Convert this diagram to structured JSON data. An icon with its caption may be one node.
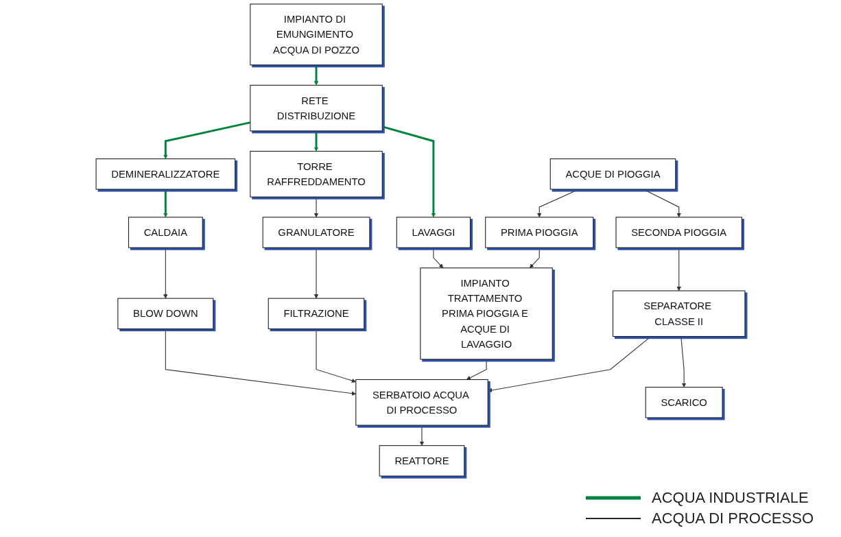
{
  "diagram": {
    "nodes": [
      {
        "text": [
          "IMPIANTO DI EMUNGIMENTO ACQUA DI POZZO"
        ]
      },
      {
        "text": [
          "ACQUE DI PIOGGIA"
        ]
      },
      {
        "text": [
          "DEMINERALIZZATORE"
        ]
      },
      {
        "text": [
          "RETE DISTRIBUZIONE"
        ]
      },
      {
        "text": [
          "PRIMA PIOGGIA"
        ]
      },
      {
        "text": [
          "SECONDA PIOGGIA"
        ]
      },
      {
        "text": [
          "CALDAIA"
        ]
      },
      {
        "text": [
          "TORRE RAFFREDDAMENTO"
        ]
      },
      {
        "text": [
          "LAVAGGI"
        ]
      },
      {
        "text": [
          "SEPARATORE CLASSE II"
        ]
      },
      {
        "text": [
          "BLOW DOWN"
        ]
      },
      {
        "text": [
          "GRANULATORE"
        ]
      },
      {
        "text": [
          "FILTRAZIONE"
        ]
      },
      {
        "text": [
          "IMPIANTO TRATTAMENTO PRIMA PIOGGIA E ACQUE DI LAVAGGIO"
        ]
      },
      {
        "text": [
          "SERBATOIO ACQUA DI PROCESSO"
        ]
      },
      {
        "text": [
          "SCARICO"
        ]
      },
      {
        "text": [
          "REATTORE"
        ]
      }
    ],
    "edges": [
      {
        "from": 0,
        "to": 3,
        "arrow": "to",
        "style": "thick",
        "color": "#00843d"
      },
      {
        "from": 1,
        "to": 4,
        "arrow": "to"
      },
      {
        "from": 1,
        "to": 5,
        "arrow": "to"
      },
      {
        "from": 3,
        "to": 2,
        "arrow": "to",
        "style": "thick",
        "color": "#00843d"
      },
      {
        "from": 3,
        "to": 7,
        "arrow": "to",
        "style": "thick",
        "color": "#00843d"
      },
      {
        "from": 3,
        "to": 8,
        "arrow": "to",
        "style": "thick",
        "color": "#00843d"
      },
      {
        "from": 2,
        "to": 6,
        "arrow": "to",
        "style": "thick",
        "color": "#00843d"
      },
      {
        "from": 6,
        "to": 10,
        "arrow": "to"
      },
      {
        "from": 7,
        "to": 11,
        "arrow": "to"
      },
      {
        "from": 11,
        "to": 12,
        "arrow": "to"
      },
      {
        "from": 5,
        "to": 9,
        "arrow": "to"
      },
      {
        "from": 8,
        "to": 13,
        "arrow": "to"
      },
      {
        "from": 4,
        "to": 13,
        "arrow": "to"
      },
      {
        "from": 9,
        "to": 15,
        "arrow": "to"
      },
      {
        "from": 10,
        "to": 14,
        "arrow": "to"
      },
      {
        "from": 12,
        "to": 14,
        "arrow": "to"
      },
      {
        "from": 13,
        "to": 14,
        "arrow": "to"
      },
      {
        "from": 9,
        "to": 14,
        "arrow": "to"
      },
      {
        "from": 14,
        "to": 16,
        "arrow": "to"
      }
    ],
    "legend": [
      {
        "text": "ACQUA INDUSTRIALE"
      },
      {
        "text": "ACQUA DI PROCESSO"
      }
    ]
  }
}
